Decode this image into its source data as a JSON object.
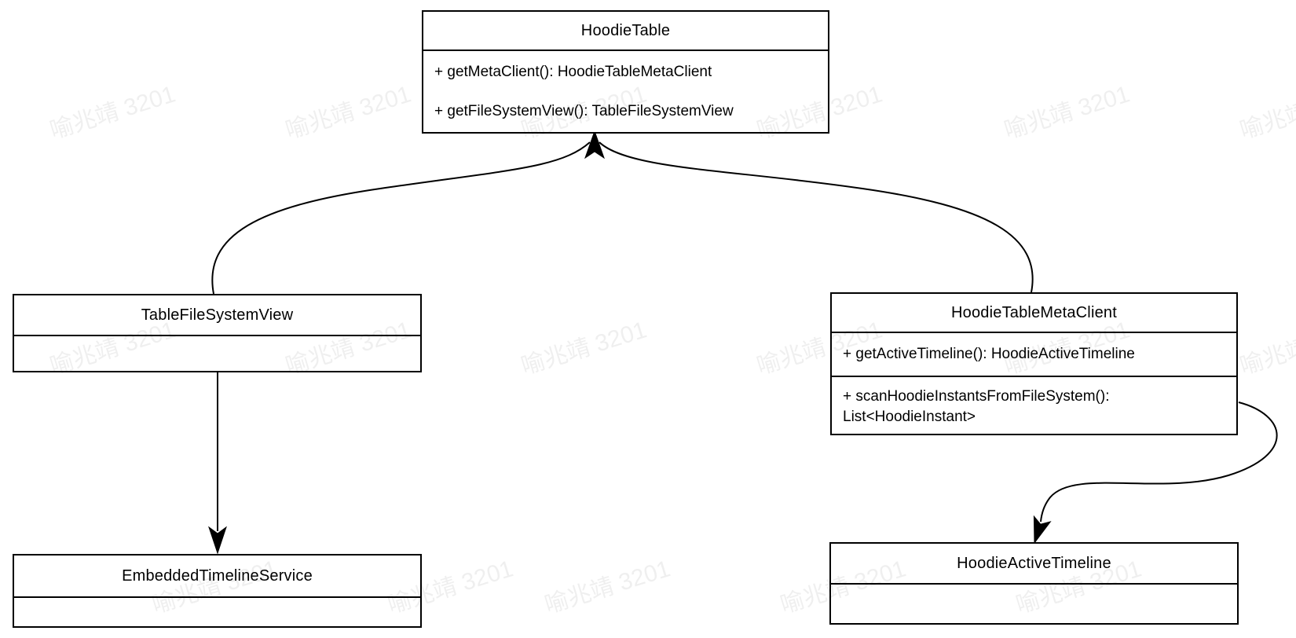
{
  "watermark": {
    "text": "喻兆靖 3201"
  },
  "colors": {
    "background": "#ffffff",
    "box_fill": "#ffffff",
    "stroke": "#000000",
    "watermark": "#ebebeb"
  },
  "classes": {
    "hoodieTable": {
      "title": "HoodieTable",
      "methods": [
        "+ getMetaClient(): HoodieTableMetaClient",
        "+ getFileSystemView(): TableFileSystemView"
      ]
    },
    "tableFileSystemView": {
      "title": "TableFileSystemView",
      "methods": []
    },
    "hoodieTableMetaClient": {
      "title": "HoodieTableMetaClient",
      "methods": [
        "+ getActiveTimeline(): HoodieActiveTimeline",
        "+ scanHoodieInstantsFromFileSystem(): List<HoodieInstant>"
      ]
    },
    "embeddedTimelineService": {
      "title": "EmbeddedTimelineService",
      "methods": []
    },
    "hoodieActiveTimeline": {
      "title": "HoodieActiveTimeline",
      "methods": []
    }
  },
  "relations": [
    {
      "from": "TableFileSystemView",
      "to": "HoodieTable",
      "style": "curved-arrow"
    },
    {
      "from": "HoodieTableMetaClient",
      "to": "HoodieTable",
      "style": "curved-arrow"
    },
    {
      "from": "TableFileSystemView",
      "to": "EmbeddedTimelineService",
      "style": "straight-arrow"
    },
    {
      "from": "HoodieTableMetaClient",
      "to": "HoodieActiveTimeline",
      "style": "curved-arrow"
    }
  ]
}
